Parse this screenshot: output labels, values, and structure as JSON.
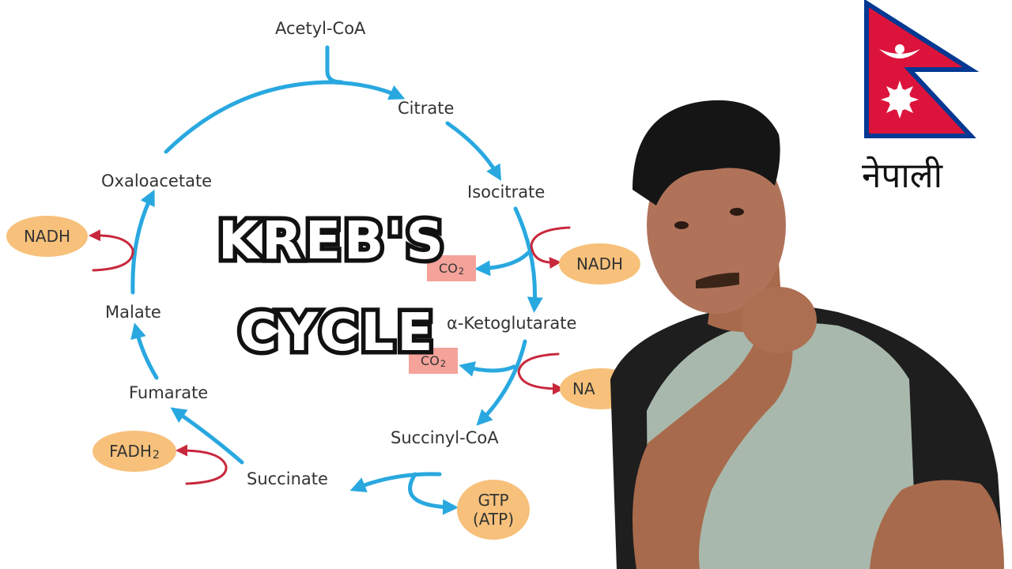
{
  "diagram": {
    "title_line1": "KREB'S",
    "title_line2": "CYCLE",
    "language_label": "नेपाली",
    "metabolites": {
      "acetyl_coa": "Acetyl-CoA",
      "citrate": "Citrate",
      "isocitrate": "Isocitrate",
      "alpha_ketoglutarate": "α-Ketoglutarate",
      "succinyl_coa": "Succinyl-CoA",
      "succinate": "Succinate",
      "fumarate": "Fumarate",
      "malate": "Malate",
      "oxaloacetate": "Oxaloacetate"
    },
    "products": {
      "nadh_left": "NADH",
      "nadh_isocitrate": "NADH",
      "nadh_ketoglutarate": "NA",
      "fadh2_base": "FADH",
      "fadh2_sub": "2",
      "gtp_line1": "GTP",
      "gtp_line2": "(ATP)",
      "co2_base": "CO",
      "co2_sub": "2"
    },
    "colors": {
      "cycle_arrow": "#29a8e0",
      "side_arrow": "#c8283c",
      "product_pill": "#f7c17b",
      "co2_box": "#f4a29a",
      "flag_red": "#dc143c",
      "flag_border": "#003893"
    }
  }
}
